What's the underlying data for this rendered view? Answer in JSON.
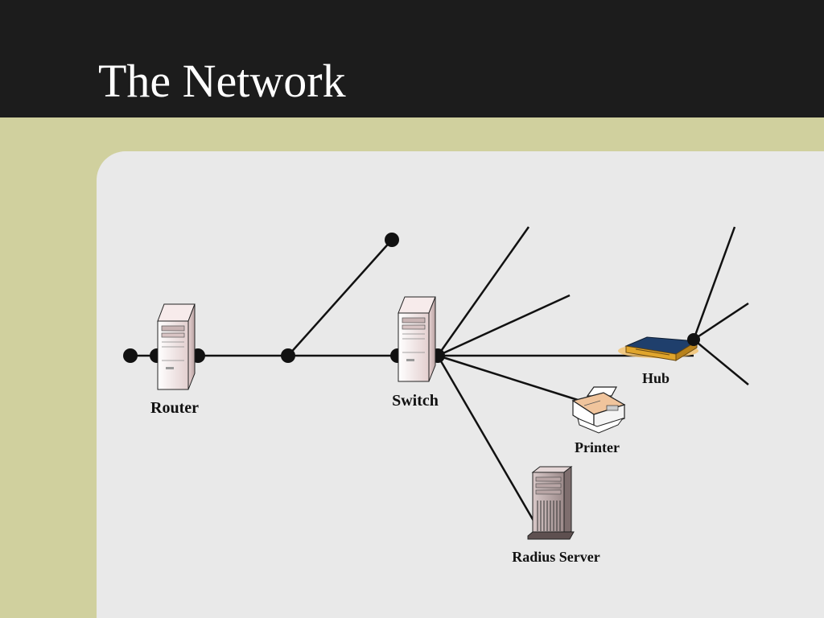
{
  "slide": {
    "title": "The Network"
  },
  "colors": {
    "header": "#1c1c1c",
    "background": "#d0d09e",
    "panel": "#e9e9e9",
    "line": "#111111"
  },
  "diagram": {
    "nodes": {
      "router": {
        "label": "Router",
        "icon": "router-tower-icon"
      },
      "switch": {
        "label": "Switch",
        "icon": "switch-tower-icon"
      },
      "hub": {
        "label": "Hub",
        "icon": "hub-icon"
      },
      "printer": {
        "label": "Printer",
        "icon": "printer-icon"
      },
      "radius_server": {
        "label": "Radius Server",
        "icon": "server-icon"
      }
    }
  }
}
